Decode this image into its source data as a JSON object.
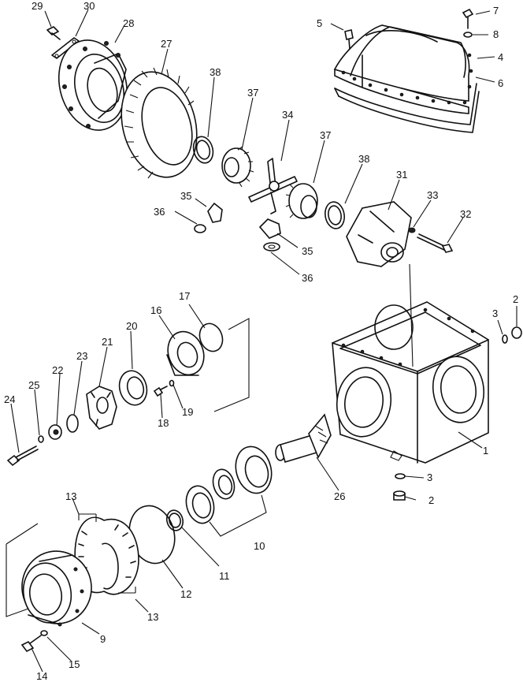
{
  "callouts": [
    {
      "id": "c29",
      "text": "29"
    },
    {
      "id": "c30",
      "text": "30"
    },
    {
      "id": "c28",
      "text": "28"
    },
    {
      "id": "c27",
      "text": "27"
    },
    {
      "id": "c38a",
      "text": "38"
    },
    {
      "id": "c37a",
      "text": "37"
    },
    {
      "id": "c34",
      "text": "34"
    },
    {
      "id": "c37b",
      "text": "37"
    },
    {
      "id": "c38b",
      "text": "38"
    },
    {
      "id": "c35a",
      "text": "35"
    },
    {
      "id": "c36a",
      "text": "36"
    },
    {
      "id": "c35b",
      "text": "35"
    },
    {
      "id": "c36b",
      "text": "36"
    },
    {
      "id": "c31",
      "text": "31"
    },
    {
      "id": "c33",
      "text": "33"
    },
    {
      "id": "c32",
      "text": "32"
    },
    {
      "id": "c5",
      "text": "5"
    },
    {
      "id": "c7",
      "text": "7"
    },
    {
      "id": "c8",
      "text": "8"
    },
    {
      "id": "c4",
      "text": "4"
    },
    {
      "id": "c6",
      "text": "6"
    },
    {
      "id": "c2a",
      "text": "2"
    },
    {
      "id": "c3a",
      "text": "3"
    },
    {
      "id": "c1",
      "text": "1"
    },
    {
      "id": "c3b",
      "text": "3"
    },
    {
      "id": "c2b",
      "text": "2"
    },
    {
      "id": "c17",
      "text": "17"
    },
    {
      "id": "c16",
      "text": "16"
    },
    {
      "id": "c20",
      "text": "20"
    },
    {
      "id": "c21",
      "text": "21"
    },
    {
      "id": "c23",
      "text": "23"
    },
    {
      "id": "c22",
      "text": "22"
    },
    {
      "id": "c25",
      "text": "25"
    },
    {
      "id": "c24",
      "text": "24"
    },
    {
      "id": "c18",
      "text": "18"
    },
    {
      "id": "c19",
      "text": "19"
    },
    {
      "id": "c26",
      "text": "26"
    },
    {
      "id": "c10",
      "text": "10"
    },
    {
      "id": "c11",
      "text": "11"
    },
    {
      "id": "c12",
      "text": "12"
    },
    {
      "id": "c13a",
      "text": "13"
    },
    {
      "id": "c13b",
      "text": "13"
    },
    {
      "id": "c9",
      "text": "9"
    },
    {
      "id": "c15",
      "text": "15"
    },
    {
      "id": "c14",
      "text": "14"
    }
  ]
}
